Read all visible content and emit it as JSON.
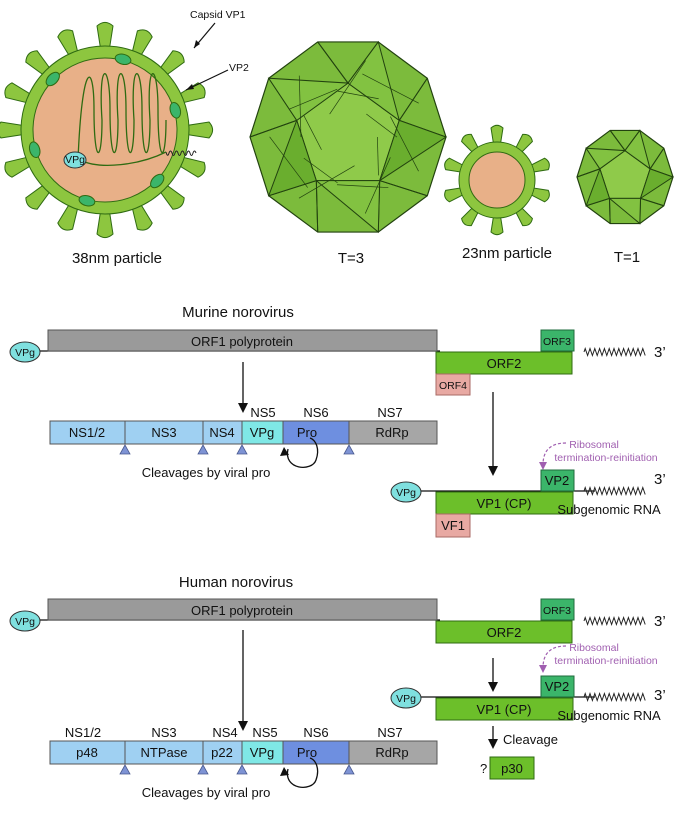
{
  "particles": {
    "capsid_vp1": "Capsid VP1",
    "vp2": "VP2",
    "vpg": "VPg",
    "p38": "38nm particle",
    "t3": "T=3",
    "p23": "23nm particle",
    "t1": "T=1"
  },
  "murine": {
    "title": "Murine norovirus",
    "vpg": "VPg",
    "orf1": "ORF1 polyprotein",
    "orf2": "ORF2",
    "orf3": "ORF3",
    "orf4": "ORF4",
    "three_prime": "3’",
    "ns_top": [
      "NS5",
      "NS6",
      "NS7"
    ],
    "segments": [
      "NS1/2",
      "NS3",
      "NS4",
      "VPg",
      "Pro",
      "RdRp"
    ],
    "cleavage": "Cleavages by viral pro",
    "ribosomal_1": "Ribosomal",
    "ribosomal_2": "termination-reinitiation",
    "sub_vpg": "VPg",
    "vp1": "VP1 (CP)",
    "vp2": "VP2",
    "vf1": "VF1",
    "sub_three": "3’",
    "subgenomic": "Subgenomic RNA"
  },
  "human": {
    "title": "Human norovirus",
    "vpg": "VPg",
    "orf1": "ORF1 polyprotein",
    "orf2": "ORF2",
    "orf3": "ORF3",
    "three_prime": "3’",
    "ns_top": [
      "NS1/2",
      "NS3",
      "NS4",
      "NS5",
      "NS6",
      "NS7"
    ],
    "segments": [
      "p48",
      "NTPase",
      "p22",
      "VPg",
      "Pro",
      "RdRp"
    ],
    "cleavage": "Cleavages by viral pro",
    "ribosomal_1": "Ribosomal",
    "ribosomal_2": "termination-reinitiation",
    "sub_vpg": "VPg",
    "vp1": "VP1 (CP)",
    "vp2": "VP2",
    "sub_three": "3’",
    "subgenomic": "Subgenomic RNA",
    "cleavage_single": "Cleavage",
    "question": "?",
    "p30": "p30"
  },
  "colors": {
    "capsid": "#8dc63f",
    "capsid_dark": "#2f6b12",
    "core": "#e8b088",
    "vpg": "#7fe0df",
    "orf1": "#9a9a9a",
    "orf2": "#6cbf2a",
    "orf3": "#3bb56a",
    "orf4": "#e8a9a3",
    "seg_light": "#9fd0f2",
    "seg_vpg": "#7fe8e6",
    "seg_pro": "#6e8fe0",
    "seg_rdrp": "#a6a6a6",
    "tri": "#7e93d4",
    "purple": "#a05fb0"
  }
}
